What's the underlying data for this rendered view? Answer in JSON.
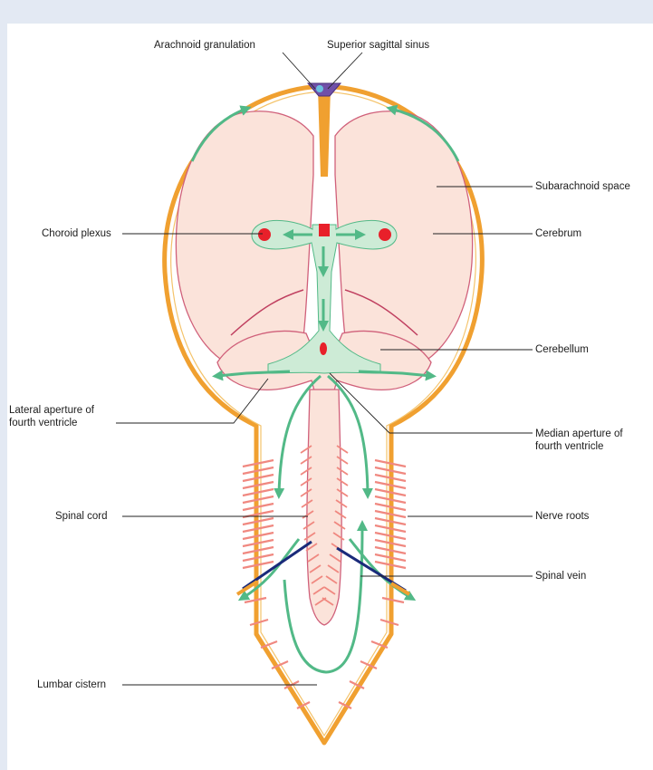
{
  "labels": {
    "arachnoid_granulation": "Arachnoid granulation",
    "superior_sagittal_sinus": "Superior sagittal sinus",
    "subarachnoid_space": "Subarachnoid space",
    "choroid_plexus": "Choroid plexus",
    "cerebrum": "Cerebrum",
    "cerebellum": "Cerebellum",
    "lateral_aperture_line1": "Lateral aperture of",
    "lateral_aperture_line2": "fourth ventricle",
    "median_aperture_line1": "Median aperture of",
    "median_aperture_line2": "fourth ventricle",
    "spinal_cord": "Spinal cord",
    "nerve_roots": "Nerve roots",
    "spinal_vein": "Spinal vein",
    "lumbar_cistern": "Lumbar cistern"
  },
  "colors": {
    "page_background": "#e3e9f3",
    "panel": "#ffffff",
    "dura": "#f0a030",
    "tissue_fill": "#fbe3da",
    "tissue_outline": "#d0607a",
    "csf_flow": "#52b987",
    "csf_fill": "#cdebd6",
    "choroid": "#e8202a",
    "sinus": "#7050a8",
    "vein": "#1a2a7a",
    "nerve_root": "#f08880",
    "leader_line": "#222222"
  }
}
